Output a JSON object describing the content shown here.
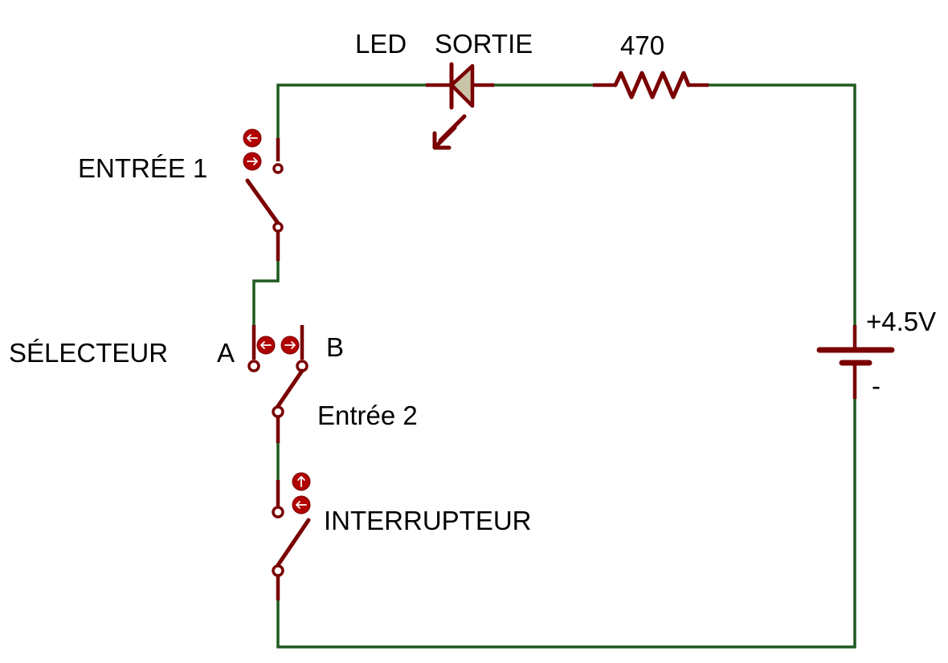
{
  "labels": {
    "led": "LED",
    "sortie": "SORTIE",
    "resistor": "470",
    "entree1": "ENTRÉE 1",
    "selecteur": "SÉLECTEUR",
    "a": "A",
    "b": "B",
    "entree2": "Entrée 2",
    "interrupteur": "INTERRUPTEUR",
    "battery_plus": "+4.5V",
    "battery_minus": "-"
  },
  "colors": {
    "wire": "#1f5a1f",
    "component": "#7a0000",
    "button": "#b00000",
    "text": "#000000",
    "led_fill": "#c9c3a7"
  },
  "icons": [
    "led-icon",
    "resistor-icon",
    "switch-icon",
    "battery-icon",
    "push-button-icon",
    "emission-arrow-icon"
  ]
}
